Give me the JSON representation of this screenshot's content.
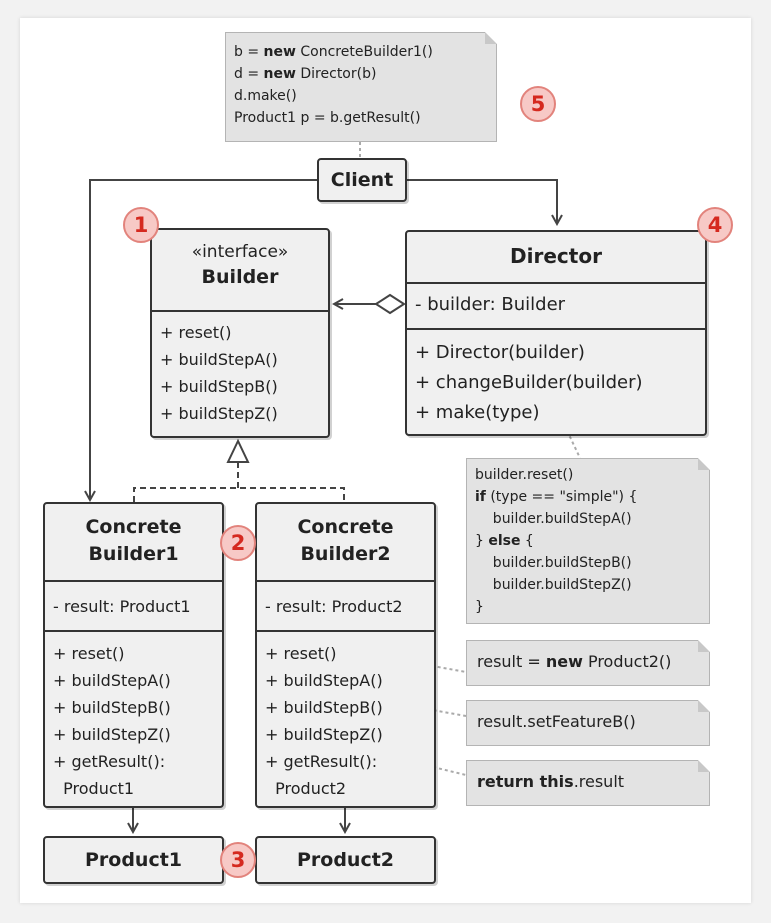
{
  "client_note": {
    "lines": [
      {
        "pre": "b = ",
        "kw": "new",
        "post": " ConcreteBuilder1()"
      },
      {
        "pre": "d = ",
        "kw": "new",
        "post": " Director(b)"
      },
      {
        "pre": "d.make()",
        "kw": "",
        "post": ""
      },
      {
        "pre": "Product1 p = b.getResult()",
        "kw": "",
        "post": ""
      }
    ]
  },
  "client": {
    "label": "Client"
  },
  "builder": {
    "stereotype": "«interface»",
    "name": "Builder",
    "methods": [
      "+ reset()",
      "+ buildStepA()",
      "+ buildStepB()",
      "+ buildStepZ()"
    ]
  },
  "director": {
    "name": "Director",
    "field": "- builder: Builder",
    "methods": [
      "+ Director(builder)",
      "+ changeBuilder(builder)",
      "+ make(type)"
    ]
  },
  "make_note": {
    "lines": [
      {
        "pre": "builder.reset()",
        "kw": "",
        "post": ""
      },
      {
        "pre": "",
        "kw": "if",
        "post": " (type == \"simple\") {"
      },
      {
        "pre": "    builder.buildStepA()",
        "kw": "",
        "post": ""
      },
      {
        "pre": "} ",
        "kw": "else",
        "post": " {"
      },
      {
        "pre": "    builder.buildStepB()",
        "kw": "",
        "post": ""
      },
      {
        "pre": "    builder.buildStepZ()",
        "kw": "",
        "post": ""
      },
      {
        "pre": "}",
        "kw": "",
        "post": ""
      }
    ]
  },
  "cb1": {
    "name_line1": "Concrete",
    "name_line2": "Builder1",
    "field": "- result: Product1",
    "methods": [
      "+ reset()",
      "+ buildStepA()",
      "+ buildStepB()",
      "+ buildStepZ()",
      "+ getResult():",
      "  Product1"
    ]
  },
  "cb2": {
    "name_line1": "Concrete",
    "name_line2": "Builder2",
    "field": "- result: Product2",
    "methods": [
      "+ reset()",
      "+ buildStepA()",
      "+ buildStepB()",
      "+ buildStepZ()",
      "+ getResult():",
      "  Product2"
    ]
  },
  "reset_note": {
    "pre": "result = ",
    "kw": "new",
    "post": " Product2()"
  },
  "stepb_note": {
    "pre": "result.setFeatureB()",
    "kw": "",
    "post": ""
  },
  "getresult_note": {
    "pre": "",
    "kw": "return this",
    "post": ".result"
  },
  "product1": {
    "label": "Product1"
  },
  "product2": {
    "label": "Product2"
  },
  "badges": [
    "1",
    "2",
    "3",
    "4",
    "5"
  ],
  "colors": {
    "badge_fill": "#f7c9c6",
    "badge_border": "#e2837c",
    "badge_text": "#d5291f",
    "box_fill": "#f0f0f0",
    "note_fill": "#e3e3e3"
  }
}
